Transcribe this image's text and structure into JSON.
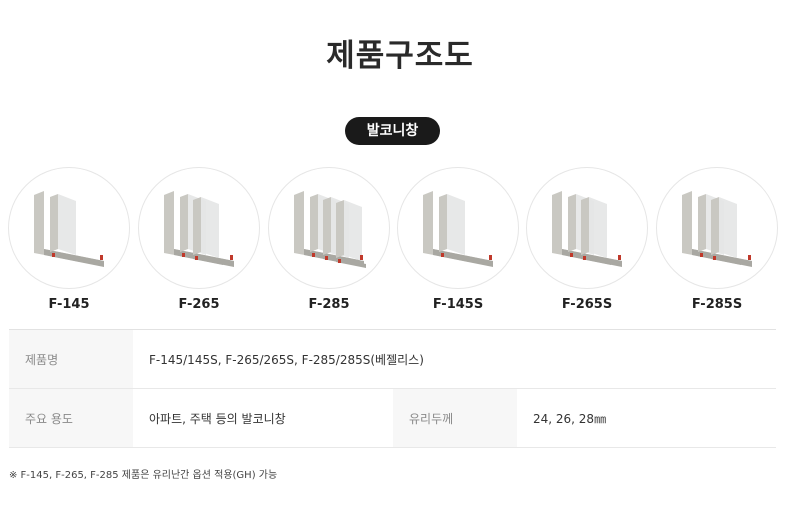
{
  "page": {
    "title": "제품구조도"
  },
  "category": {
    "label": "발코니창"
  },
  "products": [
    {
      "name": "F-145",
      "sashes": 1
    },
    {
      "name": "F-265",
      "sashes": 2
    },
    {
      "name": "F-285",
      "sashes": 3
    },
    {
      "name": "F-145S",
      "sashes": 1
    },
    {
      "name": "F-265S",
      "sashes": 2
    },
    {
      "name": "F-285S",
      "sashes": 2
    }
  ],
  "spec": {
    "product_name_label": "제품명",
    "product_name_value": "F-145/145S, F-265/265S, F-285/285S(베젤리스)",
    "usage_label": "주요 용도",
    "usage_value": "아파트, 주택 등의 발코니창",
    "glass_label": "유리두께",
    "glass_value": "24, 26, 28㎜"
  },
  "note": "※ F-145, F-265, F-285 제품은 유리난간 옵션 적용(GH) 가능",
  "colors": {
    "frame": "#c9c8c2",
    "frame_dark": "#a9a8a2",
    "glass": "#e4e6e6",
    "accent": "#c0392b",
    "pill": "#1a1a1a"
  }
}
